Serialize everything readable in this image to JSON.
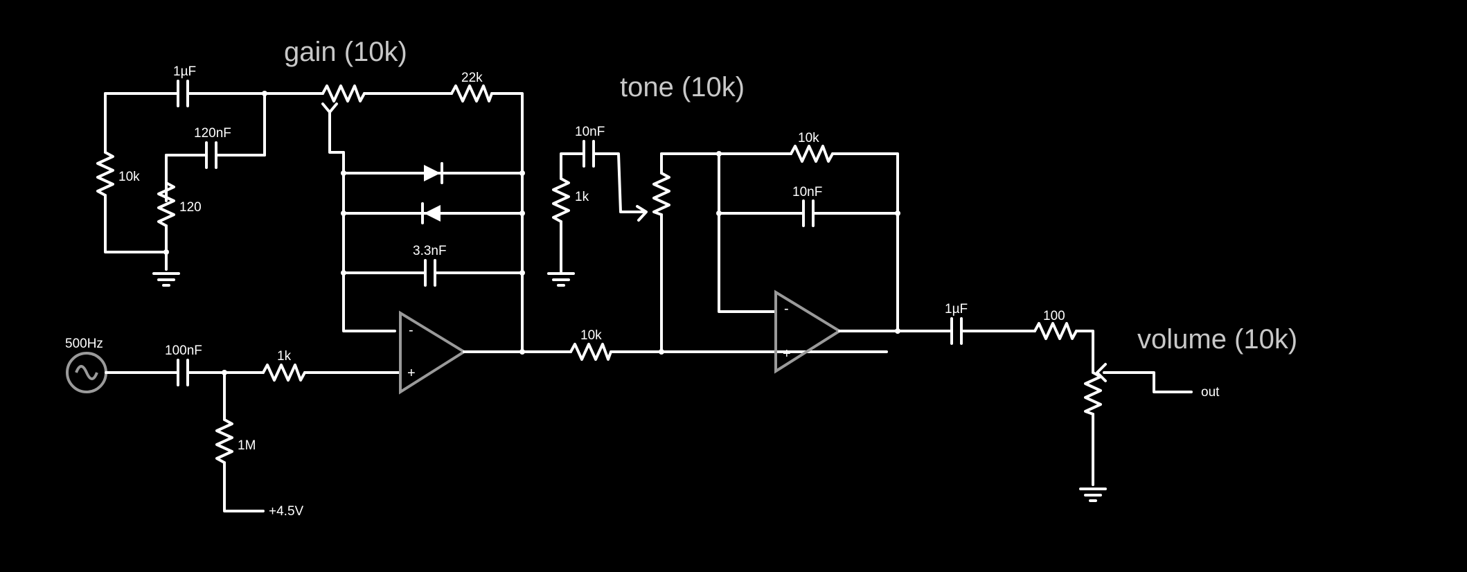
{
  "pots": {
    "gain": "gain (10k)",
    "tone": "tone (10k)",
    "volume": "volume (10k)"
  },
  "labels": {
    "c_in_feedback": "1µF",
    "c_120nF": "120nF",
    "r_10k_left": "10k",
    "r_120": "120",
    "r_22k": "22k",
    "c_3n3": "3.3nF",
    "source": "500Hz",
    "c_100nF": "100nF",
    "r_1k_in": "1k",
    "r_1M": "1M",
    "bias": "+4.5V",
    "c_10nF_tone": "10nF",
    "r_1k_tone": "1k",
    "r_10k_mid": "10k",
    "r_10k_fb": "10k",
    "c_10nF_fb": "10nF",
    "c_out": "1µF",
    "r_100": "100",
    "out": "out"
  },
  "opamp_signs": {
    "minus": "-",
    "plus": "+"
  }
}
